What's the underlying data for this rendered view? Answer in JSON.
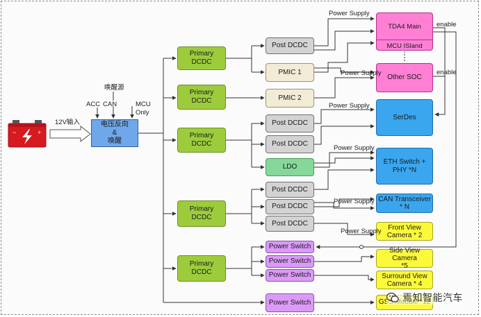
{
  "input": {
    "voltage_label": "12V输入",
    "acc": "ACC",
    "can": "CAN",
    "wake_source": "唤醒源",
    "mcu_only_1": "MCU",
    "mcu_only_2": "Only"
  },
  "converter": {
    "line1": "电压反向",
    "line2": "&",
    "line3": "唤醒"
  },
  "primary": {
    "p1": "Primary DCDC",
    "p2": "Primary DCDC",
    "p3": "Primary DCDC",
    "p4": "Primary DCDC",
    "p5": "Primary DCDC"
  },
  "secondary": {
    "post_dcdc_1": "Post DCDC",
    "pmic1": "PMIC 1",
    "pmic2": "PMIC 2",
    "post_dcdc_2": "Post DCDC",
    "post_dcdc_3": "Post DCDC",
    "ldo": "LDO",
    "post_dcdc_4": "Post DCDC",
    "post_dcdc_5": "Post DCDC",
    "post_dcdc_6": "Post DCDC",
    "ps1": "Power Switch",
    "ps2": "Power Switch",
    "ps3": "Power Switch",
    "ps4": "Power Switch"
  },
  "loads": {
    "tda4_main": "TDA4  Main",
    "mcu_island": "MCU ISland",
    "other_soc": "Other SOC",
    "serdes": "SerDes",
    "eth_1": "ETH Switch +",
    "eth_2": "PHY *N",
    "can_1": "CAN Transceiver",
    "can_2": "* N",
    "front_1": "Front View",
    "front_2": "Camera * 2",
    "side_1": "Side View Camera",
    "side_2": "*5",
    "surround_1": "Surround View",
    "surround_2": "Camera * 4",
    "gss": "GSS Module *12"
  },
  "annotations": {
    "ps_tda4": "Power Supply",
    "ps_soc": "Power Supply",
    "ps_serdes": "Power Supply",
    "ps_eth": "Power Supply",
    "ps_can": "Power Supply",
    "ps_front": "Power Supply",
    "enable_1": "enable",
    "enable_2": "enable"
  },
  "watermark": "焉知智能汽车",
  "colors": {
    "primary": "#9ccc3c",
    "post_dcdc": "#d3d3d3",
    "pmic": "#f2ecd6",
    "ldo": "#86d79a",
    "soc": "#ff7fd4",
    "network": "#3aa6ee",
    "camera": "#fcf93a",
    "power_switch": "#dc9af8",
    "converter": "#6fa8ea"
  }
}
